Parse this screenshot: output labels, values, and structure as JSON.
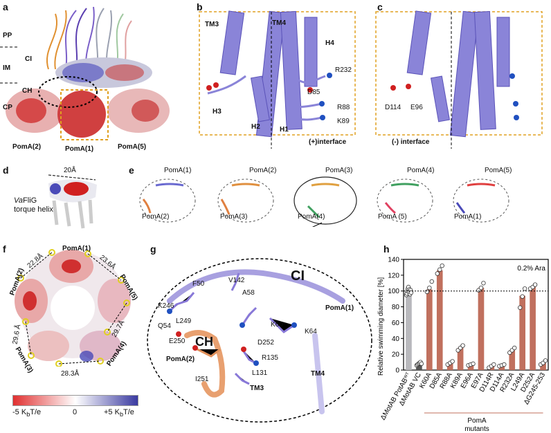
{
  "panels": {
    "a": {
      "letter": "a",
      "layers": [
        "PP",
        "IM",
        "CP"
      ],
      "labels": {
        "ci": "CI",
        "ch": "CH",
        "poma2": "PomA(2)",
        "poma1": "PomA(1)",
        "poma5": "PomA(5)"
      }
    },
    "b": {
      "letter": "b",
      "labels": {
        "tm3": "TM3",
        "tm4": "TM4",
        "h4": "H4",
        "r232": "R232",
        "d85": "D85",
        "h3": "H3",
        "r88": "R88",
        "k89": "K89",
        "h2": "H2",
        "h1": "H1",
        "interface": "(+)interface"
      }
    },
    "c": {
      "letter": "c",
      "labels": {
        "d114": "D114",
        "e96": "E96",
        "interface": "(-) interface"
      }
    },
    "d": {
      "letter": "d",
      "labels": {
        "width": "20Å",
        "name_italic": "Va",
        "name_rest": "FliG",
        "line2": "torque helix"
      }
    },
    "e": {
      "letter": "e",
      "ellipses": [
        {
          "top": "PomA(1)",
          "bottom": "PomA(2)"
        },
        {
          "top": "PomA(2)",
          "bottom": "PomA(3)"
        },
        {
          "top": "PomA(3)",
          "bottom": "PomA(4)"
        },
        {
          "top": "PomA(4)",
          "bottom": "PomA (5)"
        },
        {
          "top": "PomA(5)",
          "bottom": "PomA(1)"
        }
      ]
    },
    "f": {
      "letter": "f",
      "labels": {
        "p1": "PomA(1)",
        "p2": "PomA(2)",
        "p3": "PomA(3)",
        "p4": "PomA(4)",
        "p5": "PomA(5)",
        "d1": "22.8Å",
        "d2": "23.6Å",
        "d3": "29.6 Å",
        "d4": "29.7Å",
        "d5": "28.3Å"
      },
      "colorbar": {
        "min": "-5 K",
        "min_sub": "b",
        "min_unit": "T/e",
        "mid": "0",
        "max": "+5 K",
        "max_sub": "b",
        "max_unit": "T/e",
        "colors": [
          "#e03030",
          "#ffffff",
          "#3a3aa0"
        ]
      }
    },
    "g": {
      "letter": "g",
      "labels": {
        "ci": "CI",
        "ch": "CH",
        "poma1": "PomA(1)",
        "poma2": "PomA(2)",
        "tm4": "TM4",
        "tm3": "TM3",
        "f50": "F50",
        "v142": "V142",
        "a58": "A58",
        "k246": "K246",
        "q54": "Q54",
        "l249": "L249",
        "e250": "E250",
        "k60": "K60",
        "k64": "K64",
        "d252": "D252",
        "r135": "R135",
        "i251": "I251",
        "l131": "L131"
      }
    }
  },
  "chart_data": {
    "type": "bar",
    "panel_letter": "h",
    "annotation": "0.2% Ara",
    "ylabel": "Relative swimming diameter [%]",
    "ylim": [
      0,
      140
    ],
    "yticks": [
      0,
      20,
      40,
      60,
      80,
      100,
      120,
      140
    ],
    "reference_line": 100,
    "categories": [
      "ΔMotAB PotAB",
      "ΔMotAB VC",
      "K60A",
      "D85A",
      "R88A",
      "K89A",
      "E96A",
      "E97A",
      "D114R",
      "D114A",
      "R232A",
      "L249A",
      "D252A",
      "ΔG245-253"
    ],
    "first_label_superscript": "WT",
    "values": [
      100,
      8,
      102,
      126,
      8,
      28,
      7,
      104,
      5,
      6,
      25,
      94,
      105,
      9
    ],
    "bar_colors": [
      "#b8b8bc",
      "#555555",
      "#c0705e",
      "#c0705e",
      "#c0705e",
      "#c0705e",
      "#c0705e",
      "#c0705e",
      "#c0705e",
      "#c0705e",
      "#c0705e",
      "#c0705e",
      "#c0705e",
      "#c0705e"
    ],
    "points": [
      [
        95,
        97,
        100,
        103,
        105,
        99,
        102,
        96,
        101,
        98
      ],
      [
        6,
        7,
        8,
        9,
        10,
        8
      ],
      [
        99,
        104,
        112
      ],
      [
        122,
        127,
        132
      ],
      [
        7,
        9,
        11
      ],
      [
        25,
        28,
        31
      ],
      [
        6,
        7,
        8
      ],
      [
        101,
        104,
        110
      ],
      [
        3,
        5,
        7
      ],
      [
        5,
        6,
        7
      ],
      [
        22,
        25,
        28
      ],
      [
        79,
        93,
        103
      ],
      [
        103,
        105,
        108
      ],
      [
        7,
        9,
        12
      ]
    ],
    "group_label_line1": "PomA",
    "group_label_line2": "mutants"
  }
}
